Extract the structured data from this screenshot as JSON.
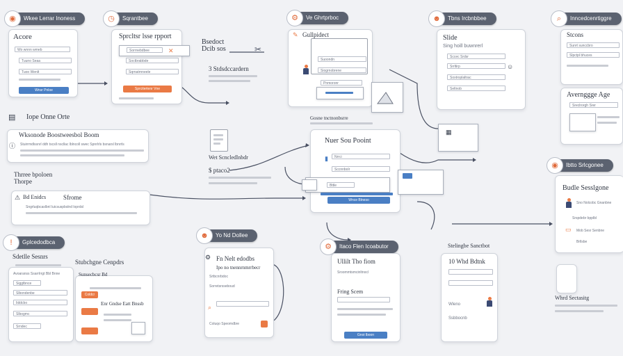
{
  "pills": [
    {
      "label": "Wkee Lerrar Inoness",
      "icon": "circle-icon"
    },
    {
      "label": "Sqrantbee",
      "icon": "clock-icon"
    },
    {
      "label": "Ve Ghrtprboc",
      "icon": "settings-icon"
    },
    {
      "label": "Tbns Ircbnbbee",
      "icon": "person-icon"
    },
    {
      "label": "Inncedcenrtiggre",
      "icon": "search-icon"
    },
    {
      "label": "Ibtto Srlcgonee",
      "icon": "circle-icon"
    },
    {
      "label": "Gplcedodbca",
      "icon": "alert-icon"
    },
    {
      "label": "Yo Nd Dollee",
      "icon": "person-icon"
    },
    {
      "label": "Itaco Flen Icoabutor",
      "icon": "settings-icon"
    }
  ],
  "cards": {
    "acore": {
      "title": "Acore",
      "fields": [
        "Wo wnnn wmeb",
        "Tuuno Seaa",
        "Tuoo Wenlt"
      ],
      "button": "Wnsr Pnloe"
    },
    "report": {
      "title": "Sprcltsr lsse rpport",
      "fields": [
        "Sorrnebdbee",
        "Soctbrabbde",
        "Sqrnatrnneele"
      ],
      "button": "Sprcitertenr Vne"
    },
    "editor": {
      "title": "Gullpidect",
      "rows": [
        "Suoondn",
        "Siogrnobrene",
        "Pnmoronr"
      ]
    },
    "slide": {
      "title": "Slide",
      "subtitle": "Sing hoill buwnrerl",
      "rows": [
        "Sccec Srdsr",
        "Srrltirp",
        "Soxtroplaltrac",
        "Seltnob"
      ]
    },
    "stcons": {
      "title": "Stcons",
      "rows": [
        "Sunrt sunccbro",
        "Slpctpl bhuces"
      ]
    },
    "averagge": {
      "title": "Avernggge Age",
      "rows": [
        "Sreclrorgh Srer"
      ]
    },
    "touch": {
      "title": "Wksonode Boostweesbol Boom",
      "text": "Stuirrmdlssnrl ddh tscsll nscllac lblncoll swec Spnrlrls bsnarsl lbnrrls"
    },
    "store": {
      "title": "Sfrome",
      "badge": "Bd Enidcs",
      "text": "Sngrluqbcaslbnl luicsuspbslnd loprdsl"
    },
    "point": {
      "title": "Nuer Sou Pooint",
      "rows": [
        "Nrrci",
        "Sccnnbolr",
        "Bttle"
      ],
      "button": "Wnce Blneso"
    },
    "settings": {
      "title": "Suduleco Seseasere",
      "subtitle": "Buslrolmo Bonacthgnee Nee",
      "fields": [
        "Siggtbnce",
        "Slbondenbe",
        "Iiddcbo",
        "Slbogmc",
        "Srndec"
      ]
    },
    "comparg": {
      "title": "Stubchgne Cenpdrs",
      "subtitle": "Sunsecbcsr Bd",
      "button": "Coldcr",
      "sub2": "Enr Gndse Eatt Bnssb"
    },
    "fixit": {
      "title": "Fn Nelt edodbs",
      "subtitle": "Ipo no tnennrnmrrbecr",
      "rows": [
        "Srtbcnrbdoc",
        "Sorretsrsseboud"
      ],
      "footer": "Coluqo Speomdbre"
    },
    "white": {
      "title": "Ullilt Tho fiom",
      "subtitle": "Sroommtsmcinltnocl",
      "mid": "Fring Scem",
      "button": "Gnoi lboon"
    },
    "saosobot": {
      "title": "Stelingbe Sanctbot",
      "subtitle": "10 Whd Bdtnk",
      "rows": [
        "Wleno",
        "Ssbbocnb"
      ],
      "footer": "Whrd Sectasitg"
    },
    "busli": {
      "title": "Budle Sesslgone",
      "rows": [
        "Sno Nolcobc Gnanbne",
        "Srspdebr bpplbl",
        "Mob Sesr Senbne",
        "Brllsbe"
      ]
    }
  },
  "texts": {
    "deslovel": "Bsedoct\nDcib sos",
    "stdescorder": "3 Stdsdccardern",
    "kope": "Iope Onne Orte",
    "theme": "Thrree bpoloen\nThorpe",
    "wct": "Wet Scncledlnbdr",
    "pacz": "$ ptaco2",
    "gtnose": "Gosne tnctnonbsrre",
    "sdclp": "Sdetlle Sesnrs",
    "averegg": "Avoaranss Ssarrlrrgt Bbl Bnne"
  },
  "colors": {
    "accent_blue": "#4a7fc4",
    "accent_orange": "#ea7a45",
    "pill": "#5b6270",
    "background": "#f1f2f5"
  }
}
